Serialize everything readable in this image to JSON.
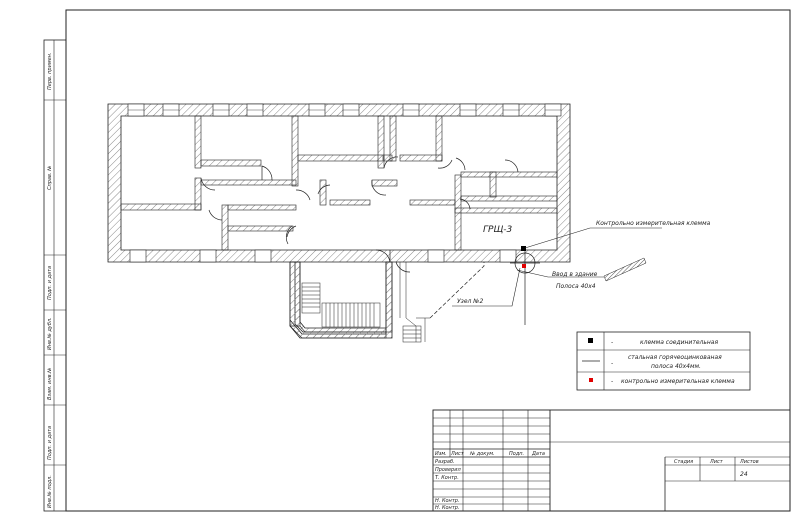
{
  "plan": {
    "room_label": "ГРЩ-3",
    "node_label": "Узел №2",
    "callout_control": "Контрольно измерительная клемма",
    "callout_entry_line1": "Ввод в здание",
    "callout_entry_line2": "Полоса 40х4"
  },
  "legend": {
    "rows": [
      {
        "dash": "-",
        "text": "клемма соединительная"
      },
      {
        "dash": "-",
        "text_line1": "стальная горячеоцинкованая",
        "text_line2": "полоса 40х4мм."
      },
      {
        "dash": "-",
        "text": "контрольно измерительная клемма"
      }
    ]
  },
  "side_strip": [
    "Перв. примен.",
    "Справ. №",
    "Подп. и дата",
    "Инв.№ дубл.",
    "Взам. инв.№",
    "Подп. и дата",
    "Инв.№ подл."
  ],
  "title_block": {
    "headers": [
      "Изм.",
      "Лист",
      "№ докум.",
      "Подп.",
      "Дата"
    ],
    "roles": [
      "Разраб.",
      "Проверил",
      "Т. Контр.",
      "Н. Контр.",
      "Н. Контр."
    ],
    "stage_label": "Стадия",
    "sheet_label": "Лист",
    "sheets_label": "Листов",
    "sheets_value": "24"
  },
  "colors": {
    "line": "#222222",
    "hatch": "#888888",
    "marker_red": "#e00000",
    "marker_black": "#000000"
  }
}
